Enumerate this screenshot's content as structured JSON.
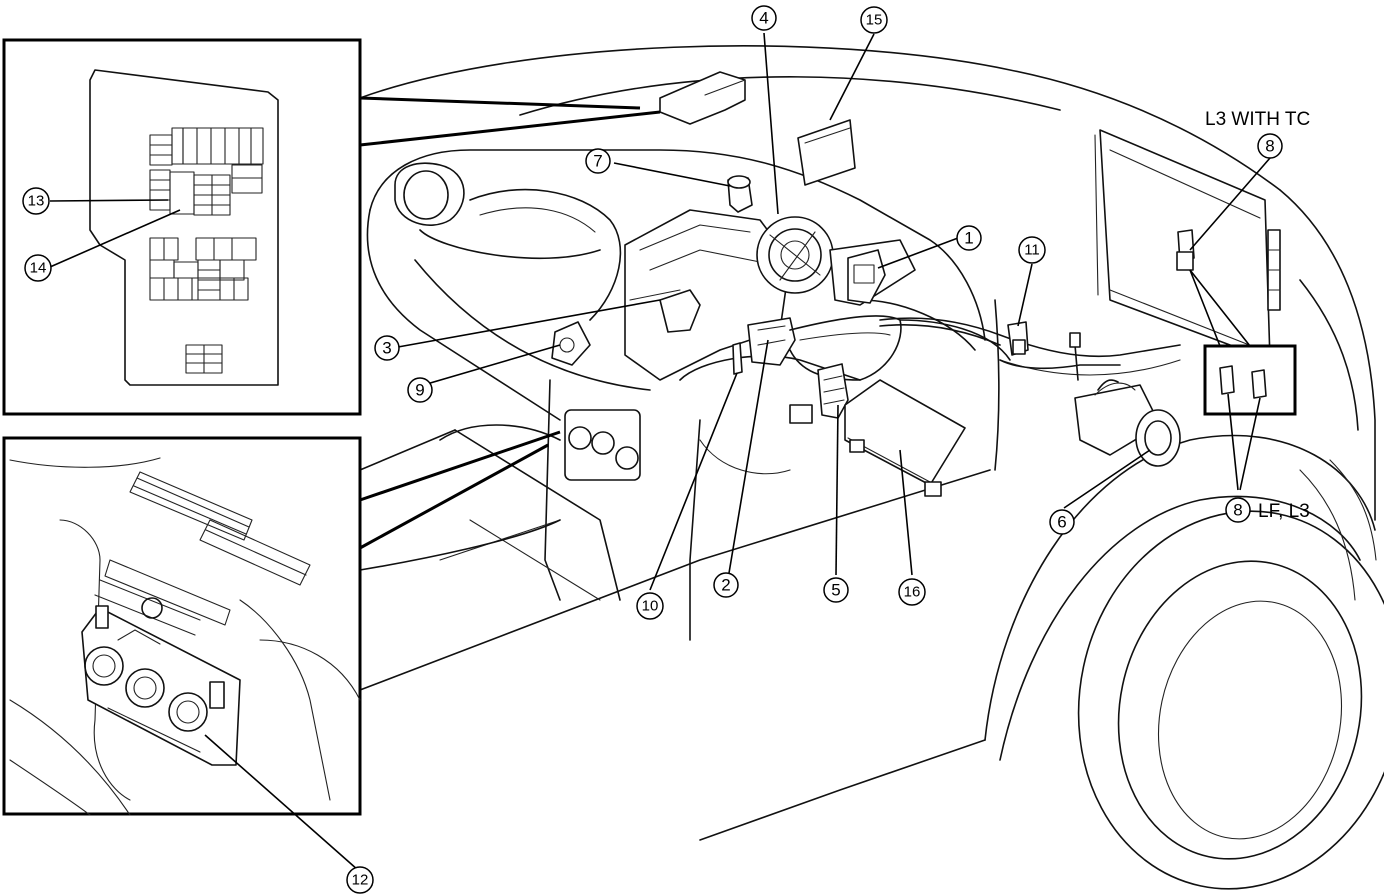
{
  "callouts": [
    {
      "id": "c1",
      "label": "1"
    },
    {
      "id": "c2",
      "label": "2"
    },
    {
      "id": "c3",
      "label": "3"
    },
    {
      "id": "c4",
      "label": "4"
    },
    {
      "id": "c5",
      "label": "5"
    },
    {
      "id": "c6",
      "label": "6"
    },
    {
      "id": "c7",
      "label": "7"
    },
    {
      "id": "c8a",
      "label": "8"
    },
    {
      "id": "c8b",
      "label": "8"
    },
    {
      "id": "c9",
      "label": "9"
    },
    {
      "id": "c10",
      "label": "10"
    },
    {
      "id": "c11",
      "label": "11"
    },
    {
      "id": "c12",
      "label": "12"
    },
    {
      "id": "c13",
      "label": "13"
    },
    {
      "id": "c14",
      "label": "14"
    },
    {
      "id": "c15",
      "label": "15"
    },
    {
      "id": "c16",
      "label": "16"
    }
  ],
  "notes": {
    "l3_with_tc": "L3 WITH TC",
    "lf_l3": "LF, L3"
  }
}
